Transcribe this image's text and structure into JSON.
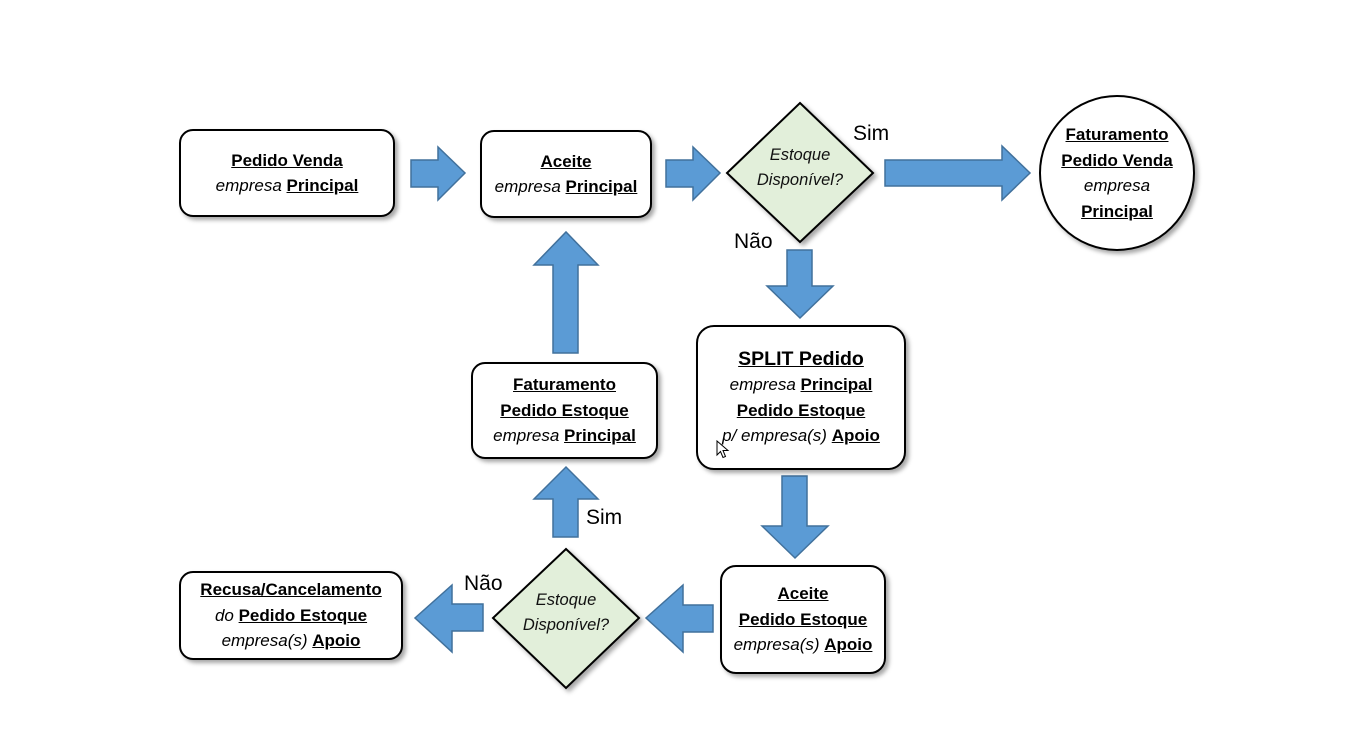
{
  "colors": {
    "arrow_fill": "#5b9bd5",
    "arrow_stroke": "#41719c",
    "decision_fill": "#e2efda",
    "node_border": "#000000"
  },
  "nodes": {
    "pedido_venda": {
      "lines": [
        [
          {
            "t": "Pedido Venda",
            "s": "b"
          }
        ],
        [
          {
            "t": "empresa",
            "s": "i"
          },
          {
            "t": " "
          },
          {
            "t": "Principal",
            "s": "b"
          }
        ]
      ]
    },
    "aceite_principal": {
      "lines": [
        [
          {
            "t": "Aceite",
            "s": "b"
          }
        ],
        [
          {
            "t": "empresa",
            "s": "i"
          },
          {
            "t": " "
          },
          {
            "t": "Principal",
            "s": "b"
          }
        ]
      ]
    },
    "faturamento_venda": {
      "lines": [
        [
          {
            "t": "Faturamento",
            "s": "b"
          }
        ],
        [
          {
            "t": "Pedido Venda",
            "s": "b"
          }
        ],
        [
          {
            "t": "empresa",
            "s": "i"
          }
        ],
        [
          {
            "t": "Principal",
            "s": "b"
          }
        ]
      ]
    },
    "split_pedido": {
      "lines": [
        [
          {
            "t": "SPLIT Pedido",
            "s": "b big"
          }
        ],
        [
          {
            "t": "empresa",
            "s": "i"
          },
          {
            "t": " "
          },
          {
            "t": "Principal",
            "s": "b"
          }
        ],
        [
          {
            "t": "Pedido Estoque",
            "s": "b"
          }
        ],
        [
          {
            "t": "p/ empresa(s)",
            "s": "i"
          },
          {
            "t": " "
          },
          {
            "t": "Apoio",
            "s": "b"
          }
        ]
      ]
    },
    "faturamento_estoque": {
      "lines": [
        [
          {
            "t": "Faturamento",
            "s": "b"
          }
        ],
        [
          {
            "t": "Pedido Estoque",
            "s": "b"
          }
        ],
        [
          {
            "t": "empresa",
            "s": "i"
          },
          {
            "t": " "
          },
          {
            "t": "Principal",
            "s": "b"
          }
        ]
      ]
    },
    "aceite_estoque": {
      "lines": [
        [
          {
            "t": "Aceite",
            "s": "b"
          }
        ],
        [
          {
            "t": "Pedido Estoque",
            "s": "b"
          }
        ],
        [
          {
            "t": "empresa(s)",
            "s": "i"
          },
          {
            "t": " "
          },
          {
            "t": "Apoio",
            "s": "b"
          }
        ]
      ]
    },
    "recusa_cancelamento": {
      "lines": [
        [
          {
            "t": "Recusa/Cancelamento",
            "s": "b"
          }
        ],
        [
          {
            "t": "do",
            "s": "i"
          },
          {
            "t": " "
          },
          {
            "t": "Pedido Estoque",
            "s": "b"
          }
        ],
        [
          {
            "t": "empresa(s)",
            "s": "i"
          },
          {
            "t": " "
          },
          {
            "t": "Apoio",
            "s": "b"
          }
        ]
      ]
    }
  },
  "decisions": {
    "estoque_principal": {
      "line1": "Estoque",
      "line2": "Disponível?"
    },
    "estoque_apoio": {
      "line1": "Estoque",
      "line2": "Disponível?"
    }
  },
  "labels": {
    "sim_top": "Sim",
    "nao_top": "Não",
    "sim_bottom": "Sim",
    "nao_bottom": "Não"
  }
}
